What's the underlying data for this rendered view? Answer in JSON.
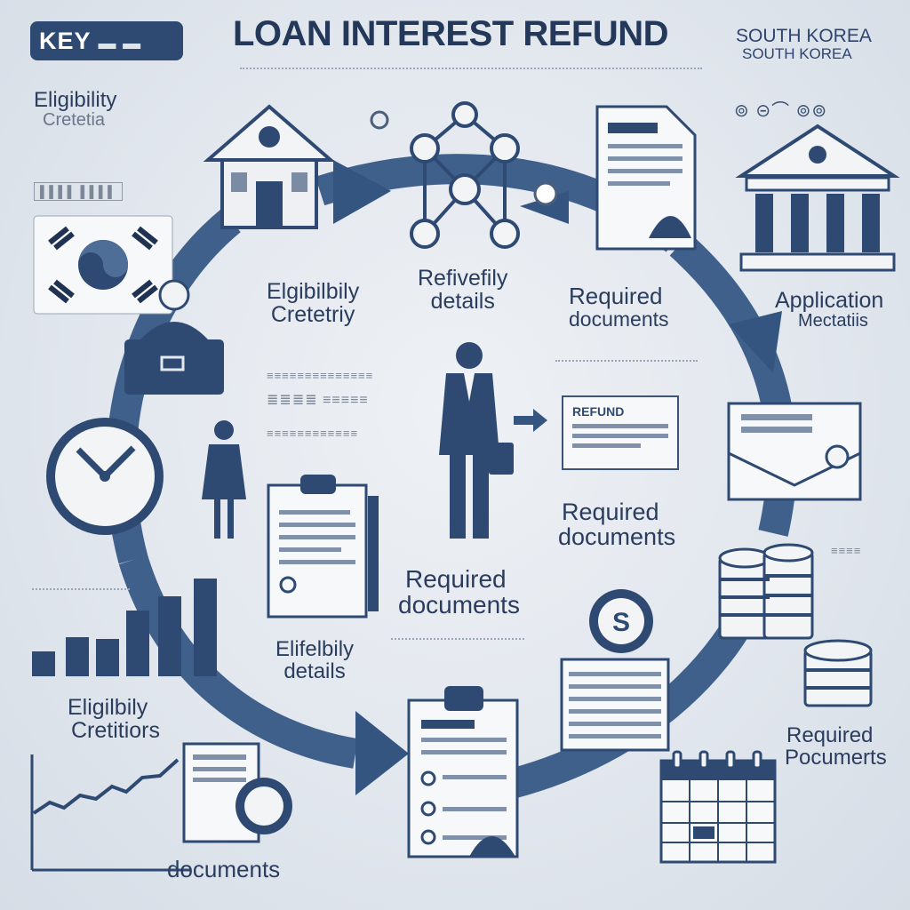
{
  "header": {
    "key_label": "KEY",
    "title": "LOAN INTEREST REFUND",
    "country_line1": "SOUTH KOREA",
    "country_line2": "SOUTH KOREA"
  },
  "labels": {
    "left_top": [
      "Eligibility",
      "Cretetia"
    ],
    "center_left": [
      "Elgibilbily",
      "Cretetriy"
    ],
    "center_top": [
      "Refivefily",
      "details"
    ],
    "required_top": [
      "Required",
      "documents"
    ],
    "application": [
      "Application",
      "Mectatiis"
    ],
    "required_mid": [
      "Required",
      "documents"
    ],
    "required_center": [
      "Required",
      "documents"
    ],
    "elifelbily": [
      "Elifelbily",
      "details"
    ],
    "left_bottom": [
      "Eligilbily",
      "Cretitiors"
    ],
    "documents_bottom": "documents",
    "required_right": [
      "Required",
      "Pocumerts"
    ],
    "refund_card": "REFUND",
    "dollar": "S"
  },
  "colors": {
    "navy": "#26426a",
    "arrow": "#3f5f8c",
    "background": "#e4e9ef",
    "paper": "#f7f8fa"
  }
}
